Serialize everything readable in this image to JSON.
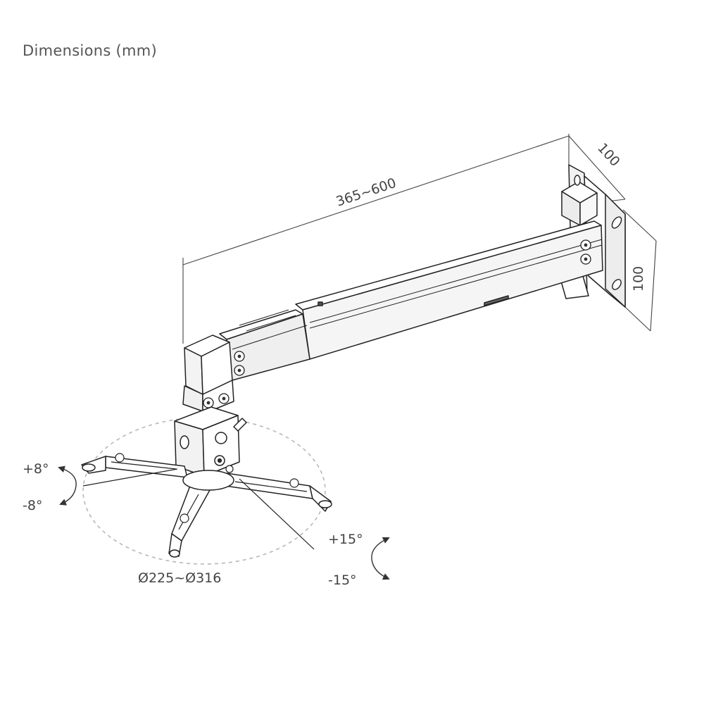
{
  "title": "Dimensions (mm)",
  "dimensions": {
    "arm_length": "365~600",
    "bracket_depth": "100",
    "bracket_height": "100",
    "plate_diameter": "Ø225~Ø316"
  },
  "angles": {
    "tilt_up": "+8°",
    "tilt_down": "-8°",
    "swivel_up": "+15°",
    "swivel_down": "-15°"
  },
  "colors": {
    "line": "#222222",
    "fill": "#ffffff",
    "shade": "#e6e6e6",
    "dim_line": "#444444",
    "dashed_ellipse": "#b5b5b5"
  }
}
